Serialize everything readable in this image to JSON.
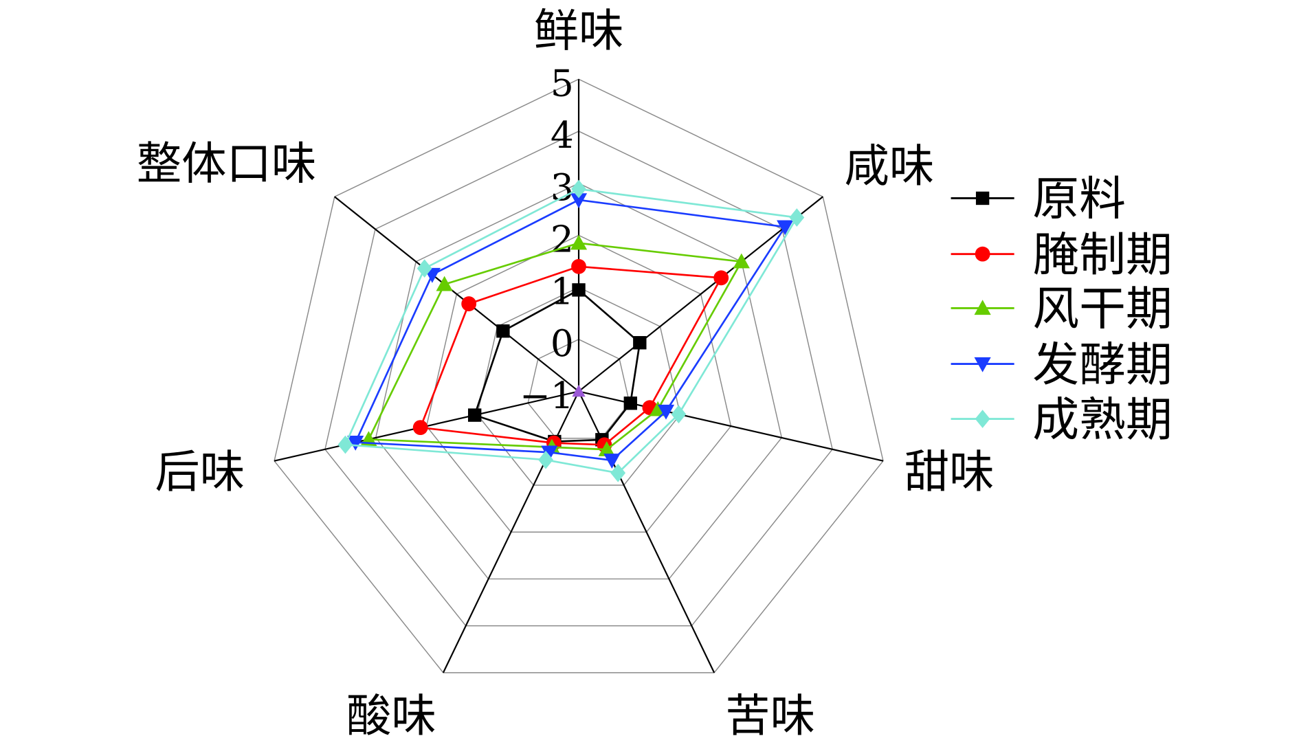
{
  "chart_data": {
    "type": "radar",
    "axes": [
      "鲜味",
      "咸味",
      "甜味",
      "苦味",
      "酸味",
      "后味",
      "整体口味"
    ],
    "rlim": [
      -1,
      5
    ],
    "ticks": [
      "5",
      "4",
      "3",
      "2",
      "1",
      "0",
      "−1"
    ],
    "tick_values": [
      5,
      4,
      3,
      2,
      1,
      0,
      -1
    ],
    "legend_position": "right",
    "series": [
      {
        "name": "原料",
        "color": "#000000",
        "marker": "square",
        "values": [
          0.95,
          0.5,
          0.02,
          0.03,
          0.07,
          1.05,
          0.86
        ]
      },
      {
        "name": "腌制期",
        "color": "#ff0000",
        "marker": "circle",
        "values": [
          1.4,
          2.5,
          0.4,
          0.14,
          0.1,
          2.12,
          1.7
        ]
      },
      {
        "name": "风干期",
        "color": "#66cc00",
        "marker": "triangle-up",
        "values": [
          1.85,
          3.0,
          0.56,
          0.24,
          0.19,
          3.14,
          2.3
        ]
      },
      {
        "name": "发酵期",
        "color": "#1a3cff",
        "marker": "triangle-down",
        "values": [
          2.68,
          4.07,
          0.72,
          0.47,
          0.3,
          3.4,
          2.6
        ]
      },
      {
        "name": "成熟期",
        "color": "#7fe8d6",
        "marker": "diamond",
        "values": [
          2.89,
          4.36,
          0.97,
          0.74,
          0.46,
          3.6,
          2.79
        ]
      }
    ]
  }
}
